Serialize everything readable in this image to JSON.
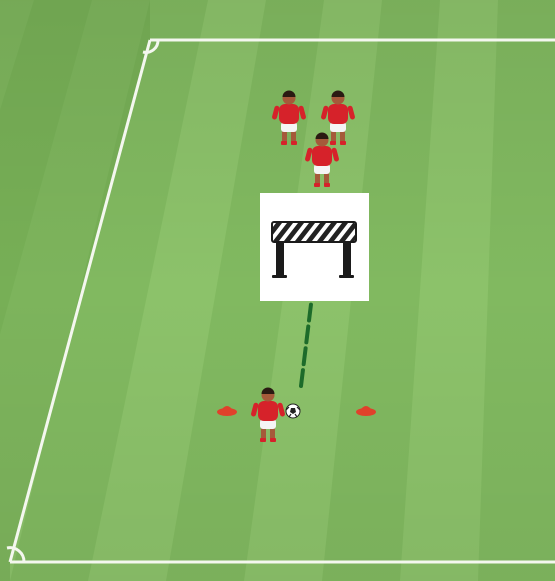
{
  "colors": {
    "grass_light": "#8cc26a",
    "grass_dark": "#78b257",
    "grass_edge": "#6aa34b",
    "line": "#f4f7ef",
    "jersey": "#d6222a",
    "shorts": "#f5f5f5",
    "skin": "#a55a3a",
    "hair": "#2a1a12",
    "cone": "#e0412b",
    "pass_line": "#1d6b2a",
    "barrier_stripe": "#222222",
    "barrier_post": "#1b1b1b",
    "barrier_card": "#ffffff"
  },
  "icons": {
    "barrier": "road-barrier-icon",
    "ball": "soccer-ball-icon",
    "cone": "training-cone-icon"
  },
  "diagram": {
    "players_waiting": 3,
    "players_dribbling": 1,
    "cones": 2,
    "balls": 1
  }
}
